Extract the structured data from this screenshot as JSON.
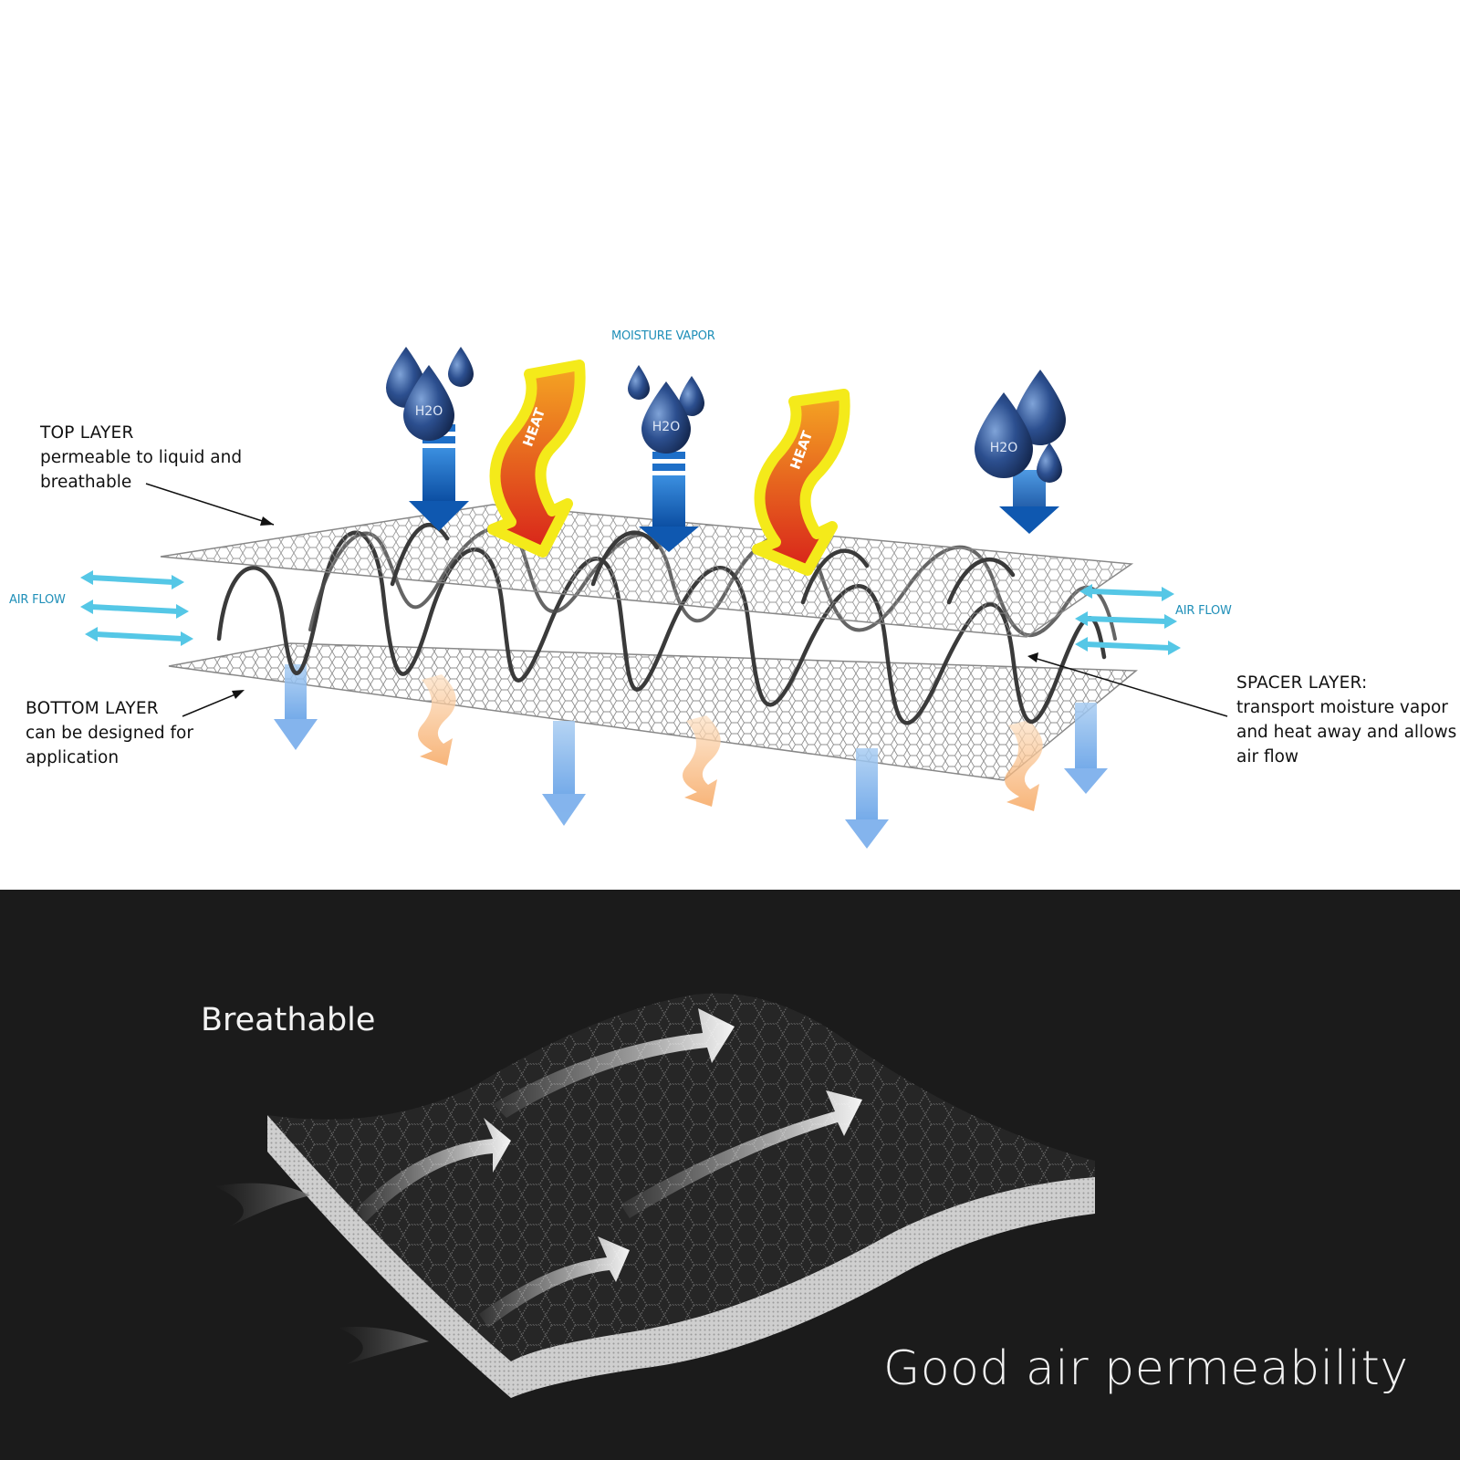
{
  "top_diagram": {
    "moisture_vapor_label": "MOISTURE VAPOR",
    "air_flow_left": "AIR FLOW",
    "air_flow_right": "AIR FLOW",
    "water_label": "H2O",
    "heat_label": "HEAT",
    "top_layer": {
      "heading": "TOP LAYER",
      "lines": [
        "permeable to liquid and",
        "breathable"
      ]
    },
    "bottom_layer": {
      "heading": "BOTTOM LAYER",
      "lines": [
        "can be designed for",
        "application"
      ]
    },
    "spacer_layer": {
      "heading": "SPACER LAYER:",
      "lines": [
        "transport moisture vapor",
        "and heat away and allows",
        "air flow"
      ]
    },
    "colors": {
      "water_arrow": "#1565b8",
      "heat_arrow": "#e8431f",
      "heat_glow": "#f4ea1a",
      "air_flow": "#55c7e6",
      "mesh": "#9a9a9a",
      "spacer": "#3a3a3a"
    }
  },
  "bottom_banner": {
    "title": "Breathable",
    "caption": "Good air permeability",
    "colors": {
      "background": "#1b1b1b",
      "fabric_top": "#2a2a2a",
      "fabric_edge": "#c9c9c9",
      "arrow": "#f5f5f5"
    }
  }
}
